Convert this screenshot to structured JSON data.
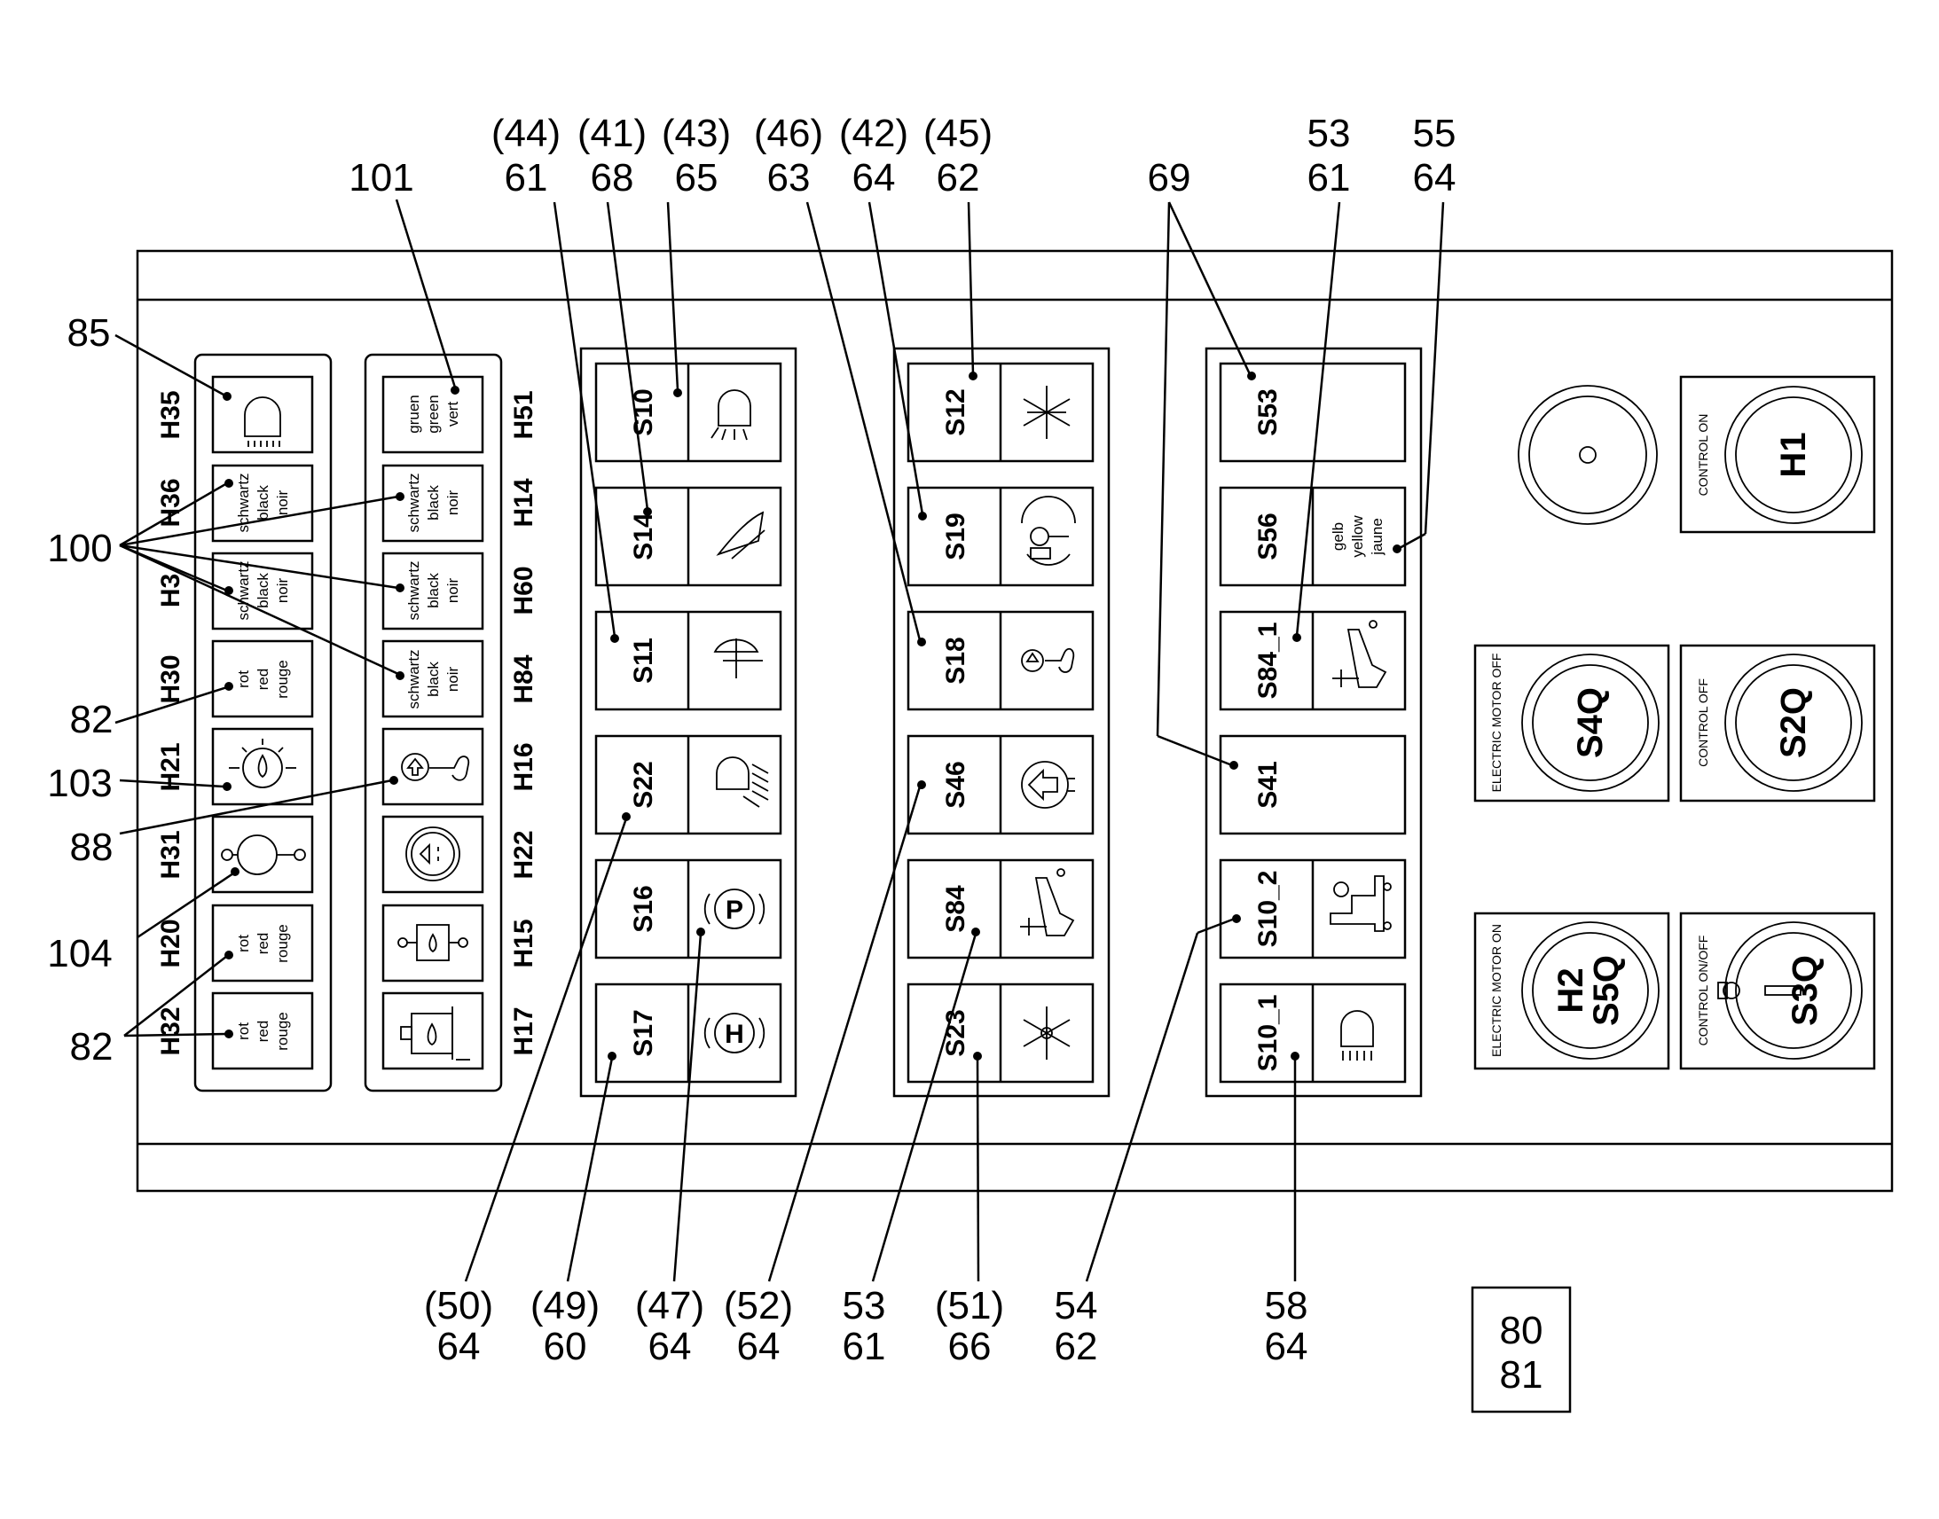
{
  "panel": {
    "left_lamps": [
      {
        "code": "H35",
        "text": []
      },
      {
        "code": "H36",
        "text": [
          "schwartz",
          "black",
          "noir"
        ]
      },
      {
        "code": "H3",
        "text": [
          "schwartz",
          "black",
          "noir"
        ]
      },
      {
        "code": "H30",
        "text": [
          "rot",
          "red",
          "rouge"
        ]
      },
      {
        "code": "H21",
        "text": []
      },
      {
        "code": "H31",
        "text": []
      },
      {
        "code": "H20",
        "text": [
          "rot",
          "red",
          "rouge"
        ]
      },
      {
        "code": "H32",
        "text": [
          "rot",
          "red",
          "rouge"
        ]
      }
    ],
    "right_lamps": [
      {
        "code": "H51",
        "text": [
          "gruen",
          "green",
          "vert"
        ]
      },
      {
        "code": "H14",
        "text": [
          "schwartz",
          "black",
          "noir"
        ]
      },
      {
        "code": "H60",
        "text": [
          "schwartz",
          "black",
          "noir"
        ]
      },
      {
        "code": "H84",
        "text": [
          "schwartz",
          "black",
          "noir"
        ]
      },
      {
        "code": "H16",
        "text": []
      },
      {
        "code": "H22",
        "text": []
      },
      {
        "code": "H15",
        "text": []
      },
      {
        "code": "H17",
        "text": []
      }
    ],
    "switch_col1": [
      "S10",
      "S14",
      "S11",
      "S22",
      "S16",
      "S17"
    ],
    "switch_col2": [
      "S12",
      "S19",
      "S18",
      "S46",
      "S84",
      "S23"
    ],
    "switch_col3": [
      "S53",
      "S56",
      "S84_1",
      "S41",
      "S10_2",
      "S10_1"
    ],
    "s56_text": [
      "gelb",
      "yellow",
      "jaune"
    ],
    "buttons": [
      {
        "side": "",
        "main": ""
      },
      {
        "side": "CONTROL ON",
        "main": "H1"
      },
      {
        "side": "ELECTRIC MOTOR OFF",
        "main": "S4Q"
      },
      {
        "side": "CONTROL OFF",
        "main": "S2Q"
      },
      {
        "side": "ELECTRIC MOTOR ON",
        "main": "H2 S5Q"
      },
      {
        "side": "CONTROL ON/OFF",
        "main": "S3Q"
      }
    ]
  },
  "callouts": {
    "c85": "85",
    "c100": "100",
    "c82a": "82",
    "c103": "103",
    "c88": "88",
    "c104": "104",
    "c82b": "82",
    "c101": "101",
    "top44": "(44)",
    "top41": "(41)",
    "top43": "(43)",
    "top46": "(46)",
    "top42": "(42)",
    "top45": "(45)",
    "top61a": "61",
    "top68": "68",
    "top65": "65",
    "top63": "63",
    "top64a": "64",
    "top62a": "62",
    "top69": "69",
    "top53": "53",
    "top61b": "61",
    "top55": "55",
    "top64b": "64",
    "b50": "(50)",
    "b64a": "64",
    "b49": "(49)",
    "b60": "60",
    "b47": "(47)",
    "b64b": "64",
    "b52": "(52)",
    "b64c": "64",
    "b53": "53",
    "b61": "61",
    "b51": "(51)",
    "b66": "66",
    "b54": "54",
    "b62": "62",
    "b58": "58",
    "b64d": "64",
    "box80": "80",
    "box81": "81"
  }
}
